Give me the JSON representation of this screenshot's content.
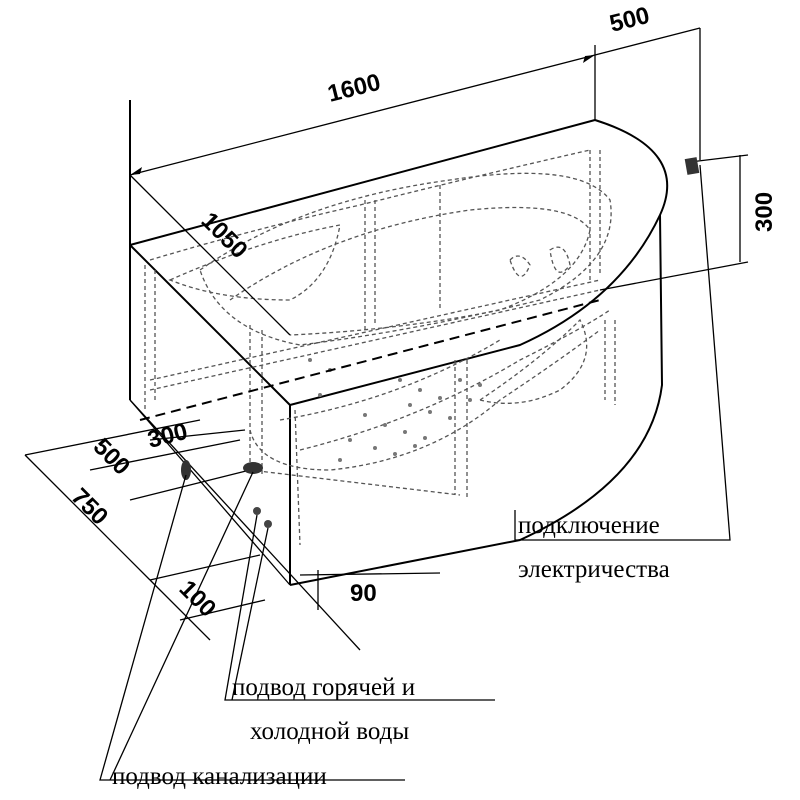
{
  "dimensions": {
    "length": "1600",
    "depth_right": "500",
    "width": "1050",
    "outlet_height": "300",
    "front_500": "500",
    "front_300": "300",
    "front_750": "750",
    "front_100": "100",
    "bottom_90": "90"
  },
  "labels": {
    "electricity_line1": "подключение",
    "electricity_line2": "электричества",
    "water_line1": "подвод горячей и",
    "water_line2": "холодной воды",
    "drain": "подвод канализации"
  }
}
